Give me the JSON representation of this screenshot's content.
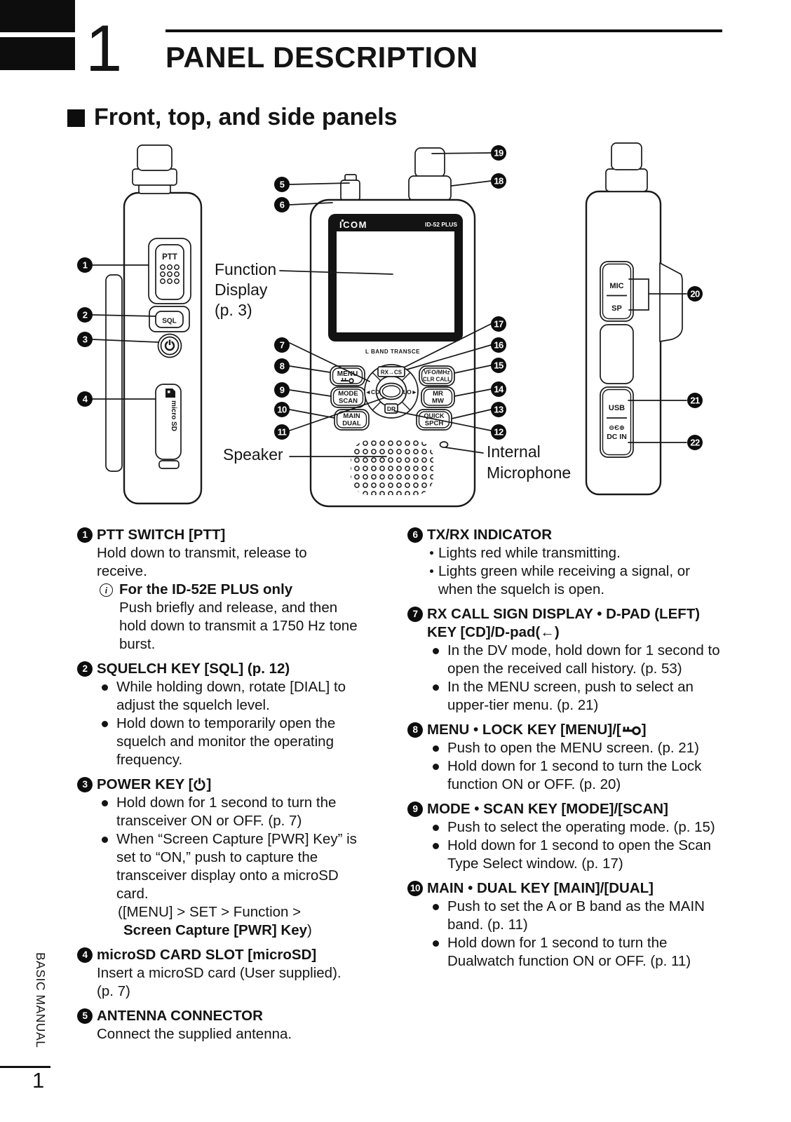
{
  "page": {
    "chapter_number": "1",
    "title": "PANEL DESCRIPTION",
    "section_heading": "Front, top, and side panels",
    "sidebar_text": "BASIC MANUAL",
    "page_number": "1"
  },
  "diagram": {
    "callouts": [
      "1",
      "2",
      "3",
      "4",
      "5",
      "6",
      "7",
      "8",
      "9",
      "10",
      "11",
      "12",
      "13",
      "14",
      "15",
      "16",
      "17",
      "18",
      "19",
      "20",
      "21",
      "22"
    ],
    "labels": {
      "function_1": "Function",
      "function_2": "Display",
      "function_3": "(p. 3)",
      "speaker": "Speaker",
      "internal_mic_1": "Internal",
      "internal_mic_2": "Microphone"
    },
    "left_view": {
      "ptt": "PTT",
      "sql": "SQL",
      "microsd": "micro SD"
    },
    "front_view": {
      "brand": "ICOM",
      "model": "ID-52 PLUS",
      "band_text": "L BAND TRANSCE",
      "menu": "MENU",
      "mode": "MODE",
      "scan": "SCAN",
      "main": "MAIN",
      "dual": "DUAL",
      "vfo": "VFO/MHz",
      "clr_call": "CLR CALL",
      "mr": "MR",
      "mw": "MW",
      "quick": "QUICK",
      "spch": "SPCH",
      "dpad_up": "RX→CS",
      "dpad_left": "◄CD",
      "dpad_right": "LO►",
      "dpad_down": "DR"
    },
    "right_view": {
      "mic": "MIC",
      "sp": "SP",
      "usb": "USB",
      "dc_polarity": "⊖Є⊕",
      "dc_in": "DC IN"
    }
  },
  "sections": {
    "left": [
      {
        "num": "1",
        "title": "PTT SWITCH [PTT]",
        "para": "Hold down to transmit, release to receive.",
        "note_icon": "i",
        "note_title": "For the ID-52E PLUS only",
        "note_body": "Push briefly and release, and then hold down to transmit a 1750 Hz tone burst."
      },
      {
        "num": "2",
        "title": "SQUELCH KEY [SQL] (p. 12)",
        "bullets": [
          "While holding down, rotate [DIAL] to adjust the squelch level.",
          "Hold down to temporarily open the squelch and monitor the operating frequency."
        ]
      },
      {
        "num": "3",
        "title_pre": "POWER KEY [",
        "title_post": "]",
        "bullets": [
          "Hold down for 1 second to turn the transceiver ON or OFF. (p. 7)",
          "When “Screen Capture [PWR] Key” is set to “ON,” push to capture the transceiver display onto a microSD card."
        ],
        "menu_path": "([MENU] > SET > Function >",
        "menu_path_bold": "Screen Capture [PWR] Key",
        "menu_path_close": ")"
      },
      {
        "num": "4",
        "title": "microSD CARD SLOT [microSD]",
        "para": "Insert a microSD card (User supplied).",
        "para2": "(p. 7)"
      },
      {
        "num": "5",
        "title": "ANTENNA CONNECTOR",
        "para": "Connect the supplied antenna."
      }
    ],
    "right": [
      {
        "num": "6",
        "title": "TX/RX INDICATOR",
        "bullets": [
          "Lights red while transmitting.",
          "Lights green while receiving a signal, or when the squelch is open."
        ]
      },
      {
        "num": "7",
        "title": "RX CALL SIGN DISPLAY • D-PAD (LEFT) KEY [CD]/D-pad(←)",
        "bullets": [
          "In the DV mode, hold down for 1 second to open the received call history. (p. 53)",
          "In the MENU screen, push to select an upper-tier menu. (p. 21)"
        ]
      },
      {
        "num": "8",
        "title_pre": "MENU • LOCK KEY [MENU]/[",
        "title_post": "]",
        "bullets": [
          "Push to open the MENU screen. (p. 21)",
          "Hold down for 1 second to turn the Lock function ON or OFF. (p. 20)"
        ]
      },
      {
        "num": "9",
        "title": "MODE • SCAN KEY [MODE]/[SCAN]",
        "bullets": [
          "Push to select the operating mode. (p. 15)",
          "Hold down for 1 second to open the Scan Type Select window. (p. 17)"
        ]
      },
      {
        "num": "10",
        "title": "MAIN • DUAL KEY [MAIN]/[DUAL]",
        "bullets": [
          "Push to set the A or B band as the MAIN band. (p. 11)",
          "Hold down for 1 second to turn the Dualwatch function ON or OFF. (p. 11)"
        ]
      }
    ]
  }
}
